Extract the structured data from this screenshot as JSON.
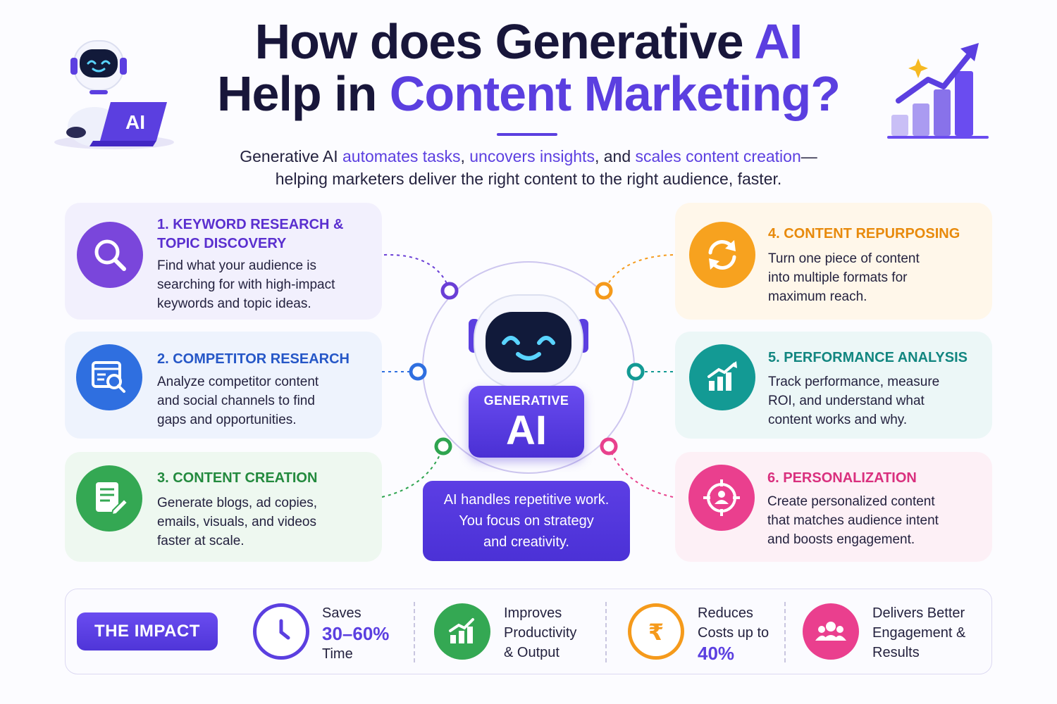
{
  "header": {
    "title_line1_prefix": "How does Generative ",
    "title_line1_accent": "AI",
    "title_line2_prefix": "Help in ",
    "title_line2_accent": "Content Marketing?",
    "subtitle_p1": "Generative AI ",
    "subtitle_hl1": "automates tasks",
    "subtitle_p2": ", ",
    "subtitle_hl2": "uncovers insights",
    "subtitle_p3": ", and ",
    "subtitle_hl3": "scales content creation",
    "subtitle_p4": "—",
    "subtitle_line2": "helping marketers deliver the right content to the right audience, faster."
  },
  "robot_laptop_label": "AI",
  "cards": [
    {
      "title_lines": [
        "1. KEYWORD RESEARCH &",
        "TOPIC DISCOVERY"
      ],
      "desc_lines": [
        "Find what your audience is",
        "searching for with high-impact",
        "keywords and topic ideas."
      ],
      "icon": "search-icon",
      "color": "#6a3fd6"
    },
    {
      "title_lines": [
        "2. COMPETITOR RESEARCH"
      ],
      "desc_lines": [
        "Analyze competitor content",
        "and social channels to find",
        "gaps and opportunities."
      ],
      "icon": "analysis-window-icon",
      "color": "#2f6fe0"
    },
    {
      "title_lines": [
        "3. CONTENT CREATION"
      ],
      "desc_lines": [
        "Generate blogs, ad copies,",
        "emails, visuals, and videos",
        "faster at scale."
      ],
      "icon": "document-edit-icon",
      "color": "#2ea44f"
    },
    {
      "title_lines": [
        "4. CONTENT REPURPOSING"
      ],
      "desc_lines": [
        "Turn one piece of content",
        "into multiple formats for",
        "maximum reach."
      ],
      "icon": "refresh-icon",
      "color": "#f59a1b"
    },
    {
      "title_lines": [
        "5. PERFORMANCE ANALYSIS"
      ],
      "desc_lines": [
        "Track performance, measure",
        "ROI, and understand what",
        "content works and why."
      ],
      "icon": "growth-chart-icon",
      "color": "#139a94"
    },
    {
      "title_lines": [
        "6. PERSONALIZATION"
      ],
      "desc_lines": [
        "Create personalized content",
        "that matches audience intent",
        "and boosts engagement."
      ],
      "icon": "target-user-icon",
      "color": "#e8418d"
    }
  ],
  "center": {
    "badge_small": "GENERATIVE",
    "badge_big": "AI",
    "note_lines": [
      "AI handles repetitive work.",
      "You focus on strategy",
      "and creativity."
    ]
  },
  "impact": {
    "label": "THE IMPACT",
    "items": [
      {
        "icon": "clock-icon",
        "color": "#5b3fe0",
        "pre": "Saves",
        "big": "30–60%",
        "post": "Time"
      },
      {
        "icon": "bar-chart-icon",
        "color": "#2ea44f",
        "lines": [
          "Improves",
          "Productivity",
          "& Output"
        ]
      },
      {
        "icon": "rupee-icon",
        "color": "#f59a1b",
        "pre_lines": [
          "Reduces",
          "Costs up to"
        ],
        "big": "40%"
      },
      {
        "icon": "group-icon",
        "color": "#e8418d",
        "lines": [
          "Delivers Better",
          "Engagement &",
          "Results"
        ]
      }
    ]
  }
}
